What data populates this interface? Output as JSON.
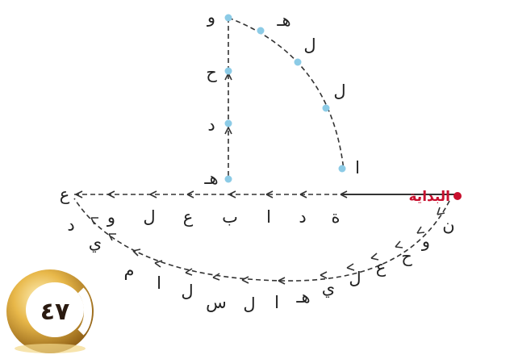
{
  "start": {
    "label": "البداية",
    "color": "#c8102e"
  },
  "baseline_letters": [
    "ة",
    "د",
    "ا",
    "ب",
    "ع",
    "ل",
    "و",
    "ع"
  ],
  "vertical_letters": [
    "هـ",
    "د",
    "ح",
    "و"
  ],
  "arc_letters": [
    "ا",
    "ل",
    "ل",
    "هـ"
  ],
  "lower_arc_letters": [
    "ن",
    "و",
    "ح",
    "ع",
    "ل",
    "ي",
    "هـ",
    "ا",
    "ل",
    "س",
    "ل",
    "ا",
    "م",
    "ي",
    "د"
  ],
  "badge": {
    "number": "٤٧"
  },
  "colors": {
    "dot": "#8ccbe6",
    "path": "#333333",
    "gold": "#d9a83a"
  }
}
